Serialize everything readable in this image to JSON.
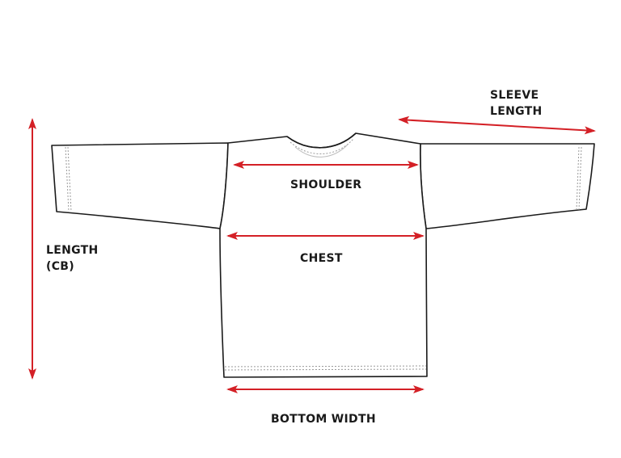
{
  "labels": {
    "sleeve_length": [
      "SLEEVE",
      "LENGTH"
    ],
    "shoulder": "SHOULDER",
    "chest": "CHEST",
    "length_cb": [
      "LENGTH",
      "(CB)"
    ],
    "bottom_width": "BOTTOM WIDTH"
  },
  "colors": {
    "arrow": "#d42026",
    "outline": "#1a1a1a",
    "stitch": "#9a9a9a",
    "text": "#1a1a1a",
    "background": "#ffffff"
  }
}
